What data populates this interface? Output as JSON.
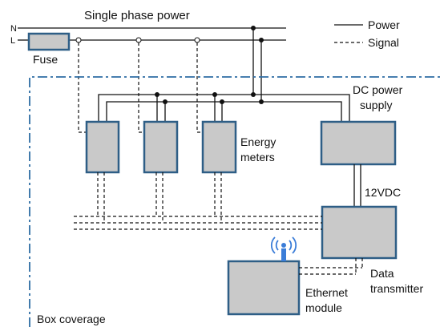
{
  "labels": {
    "title": "Single phase power",
    "neutral": "N",
    "live": "L",
    "fuse": "Fuse",
    "legend_power": "Power",
    "legend_signal": "Signal",
    "dc_power_line1": "DC power",
    "dc_power_line2": "supply",
    "energy_line1": "Energy",
    "energy_line2": "meters",
    "voltage": "12VDC",
    "data_line1": "Data",
    "data_line2": "transmitter",
    "ethernet_line1": "Ethernet",
    "ethernet_line2": "module",
    "box_coverage": "Box coverage"
  },
  "colors": {
    "box_fill": "#c9c9c9",
    "box_stroke": "#2e5e86",
    "boundary": "#2e6da4",
    "antenna": "#3b7dd8",
    "line": "#111111"
  },
  "legend": [
    {
      "style": "solid",
      "meaning": "Power"
    },
    {
      "style": "dashed",
      "meaning": "Signal"
    }
  ]
}
